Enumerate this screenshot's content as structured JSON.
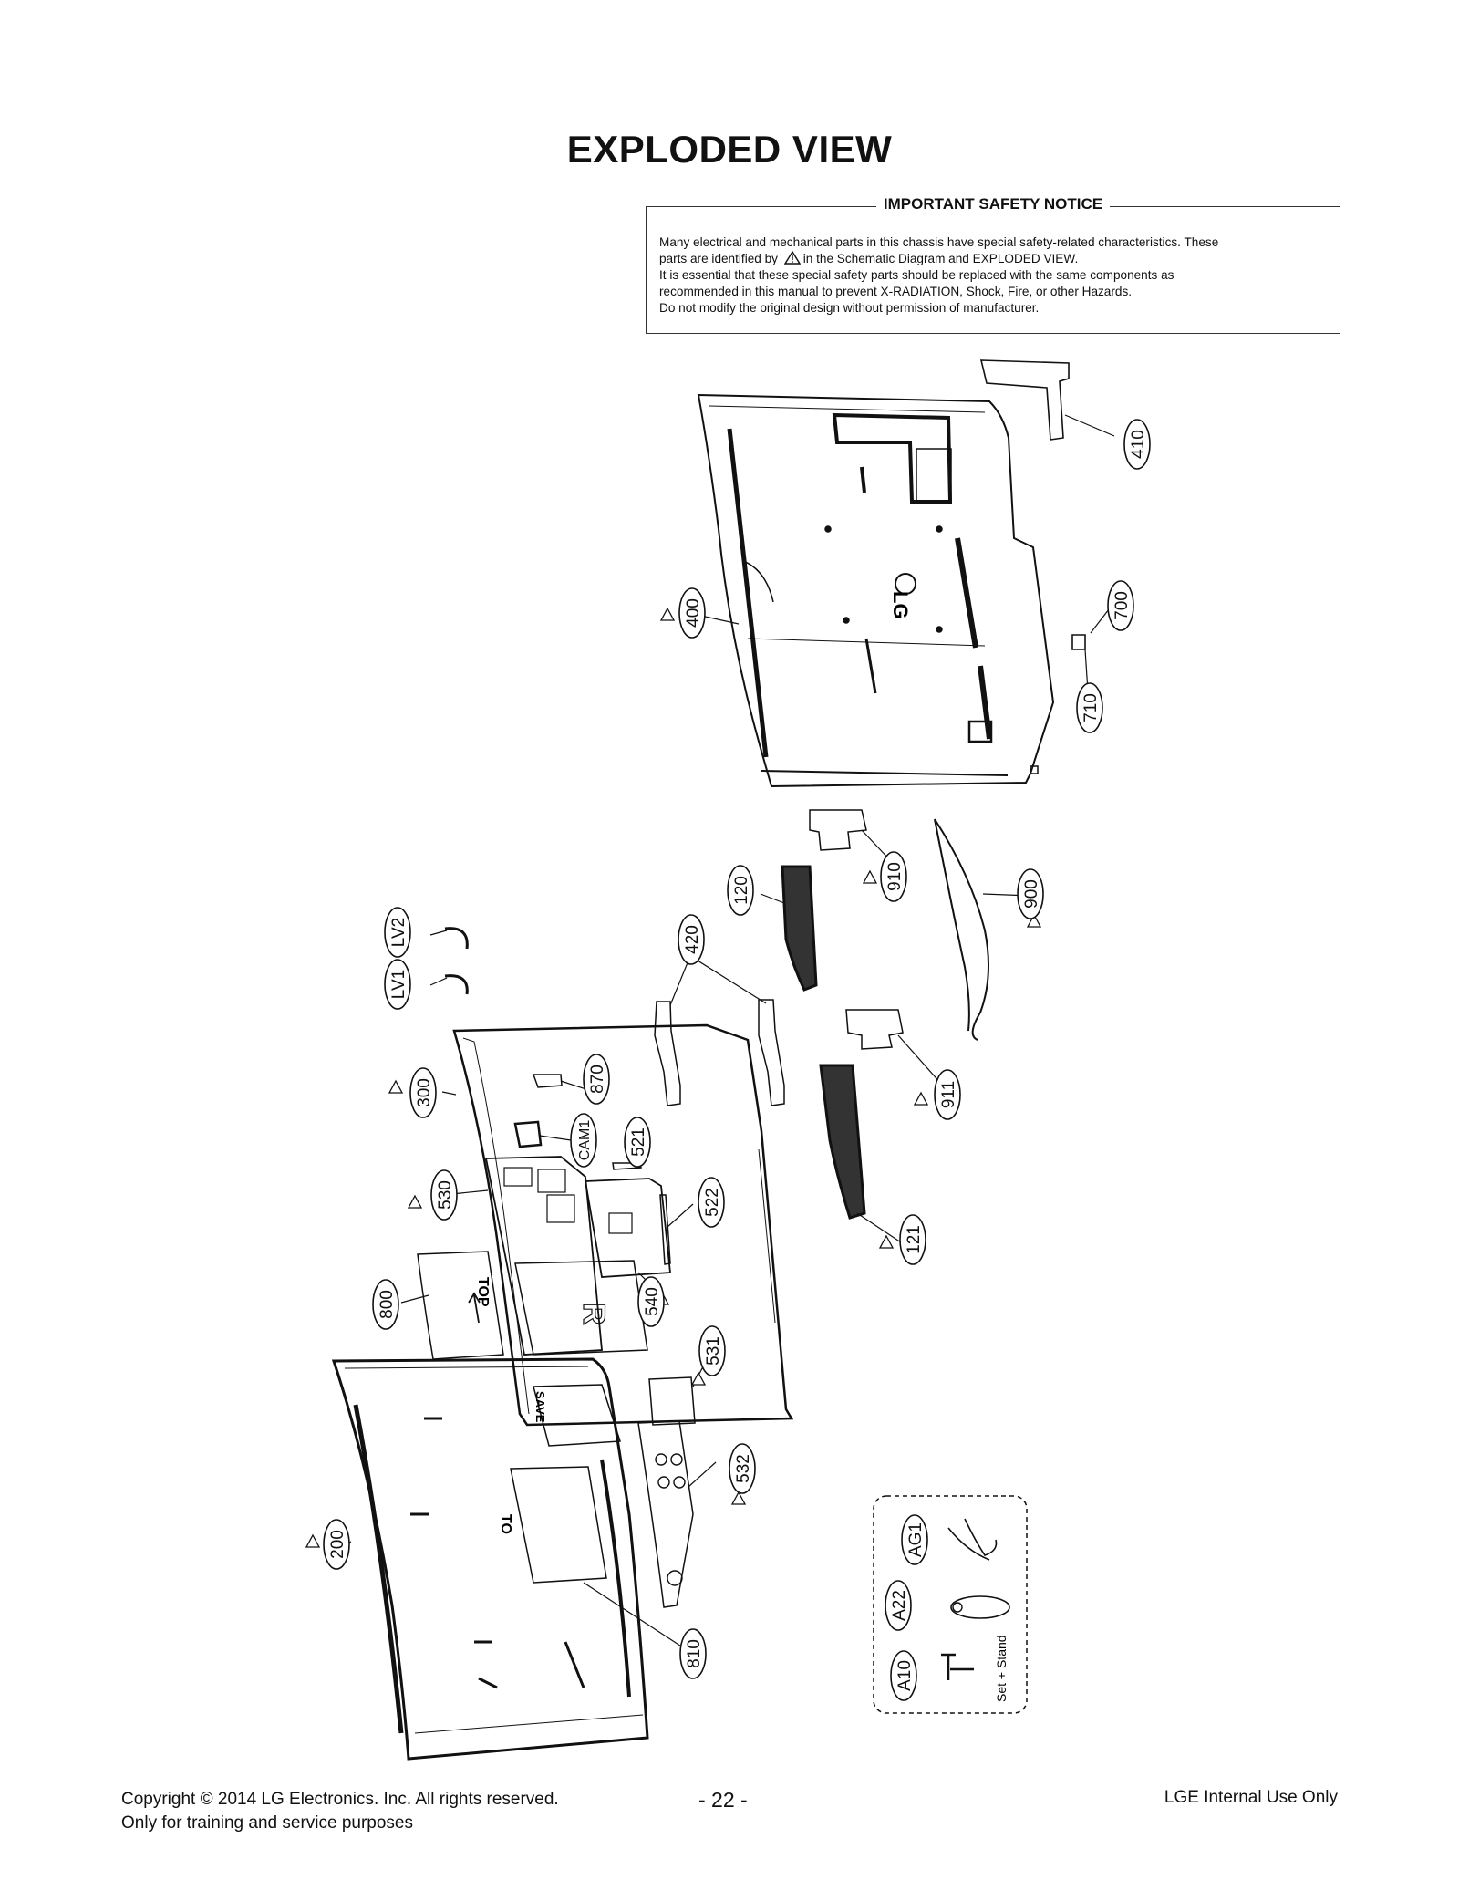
{
  "title": "EXPLODED VIEW",
  "notice": {
    "title": "IMPORTANT SAFETY NOTICE",
    "line1": "Many electrical and mechanical parts in this chassis have special safety-related characteristics. These",
    "line2a": "parts are identified by",
    "line2b": "in the Schematic Diagram and EXPLODED VIEW.",
    "line3": "It is essential that these special safety parts should be replaced with the same components as",
    "line4": "recommended in this manual to prevent X-RADIATION, Shock, Fire, or other Hazards.",
    "line5": "Do not modify the original design without permission of manufacturer."
  },
  "parts": {
    "p410": "410",
    "p400": "400",
    "p700": "700",
    "p710": "710",
    "p910": "910",
    "p900": "900",
    "p120": "120",
    "p420": "420",
    "p911": "911",
    "p121": "121",
    "pLV2": "LV2",
    "pLV1": "LV1",
    "p300": "300",
    "p870": "870",
    "pCAM1": "CAM1",
    "p521": "521",
    "p530": "530",
    "p522": "522",
    "p540": "540",
    "p800": "800",
    "p531": "531",
    "p532": "532",
    "p200": "200",
    "p810": "810",
    "pAG1": "AG1",
    "pA22": "A22",
    "pA10": "A10"
  },
  "board_marks": {
    "top": "TOP",
    "top2": "TO",
    "r": "R",
    "save": "SAVE",
    "logo": "LG"
  },
  "accessory_note": "Set + Stand",
  "footer": {
    "copyright": "Copyright  © 2014 LG Electronics. Inc. All rights reserved.",
    "training": "Only for training and service purposes",
    "page": "- 22 -",
    "internal": "LGE Internal Use Only"
  }
}
